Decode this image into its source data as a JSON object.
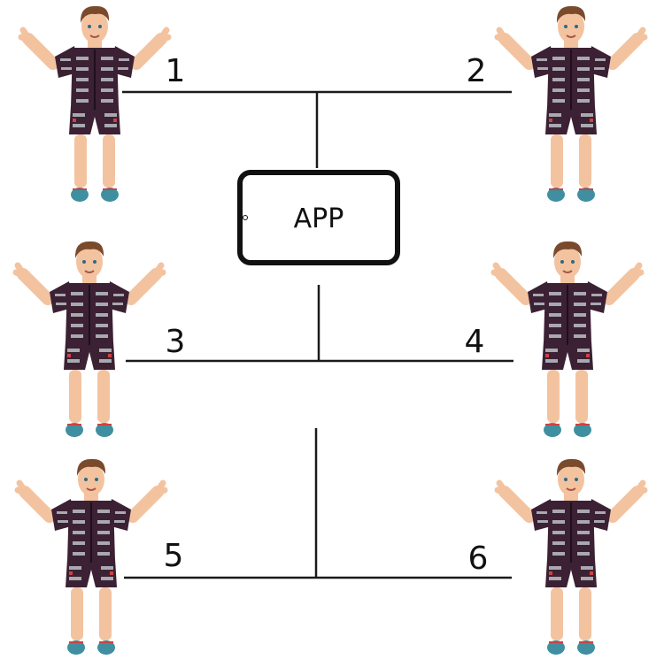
{
  "app": {
    "label": "APP"
  },
  "users": [
    {
      "number": "1"
    },
    {
      "number": "2"
    },
    {
      "number": "3"
    },
    {
      "number": "4"
    },
    {
      "number": "5"
    },
    {
      "number": "6"
    }
  ],
  "colors": {
    "line": "#1a1a1a",
    "suit": "#3b2133",
    "suit_stripe": "#a9a9b0",
    "skin": "#f3c3a0",
    "hair": "#7a4a2c",
    "shoes": "#3f8fa0",
    "shoe_sole": "#c94444"
  },
  "icons": [
    "person-in-ems-suit-icon",
    "tablet-device-icon"
  ]
}
